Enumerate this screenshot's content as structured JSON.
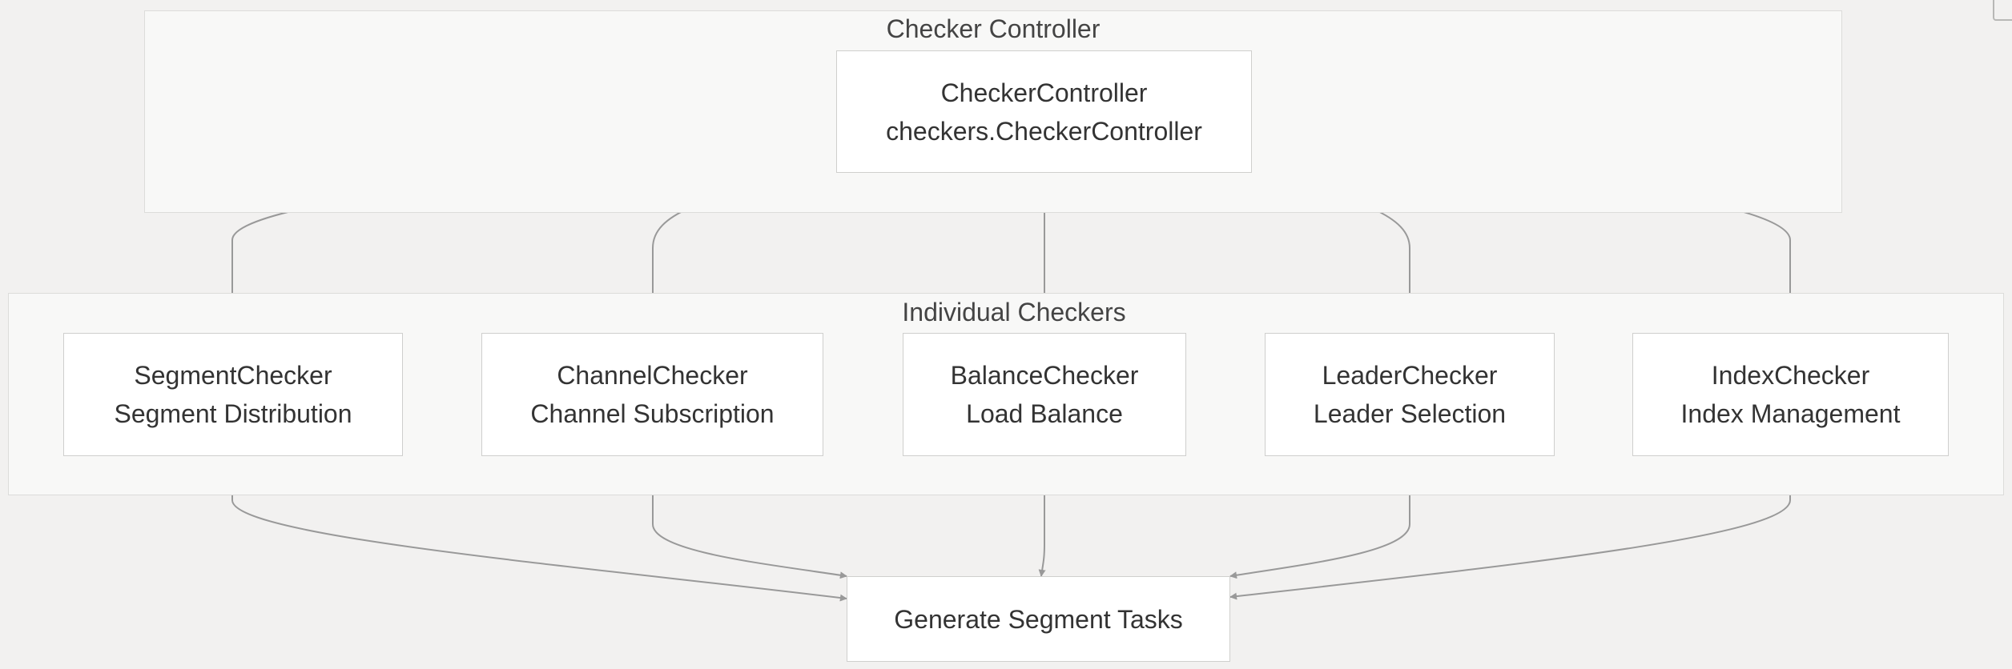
{
  "clusters": {
    "controller": {
      "title": "Checker Controller"
    },
    "individual": {
      "title": "Individual Checkers"
    }
  },
  "nodes": {
    "controller": {
      "line1": "CheckerController",
      "line2": "checkers.CheckerController"
    },
    "segment": {
      "line1": "SegmentChecker",
      "line2": "Segment Distribution"
    },
    "channel": {
      "line1": "ChannelChecker",
      "line2": "Channel Subscription"
    },
    "balance": {
      "line1": "BalanceChecker",
      "line2": "Load Balance"
    },
    "leader": {
      "line1": "LeaderChecker",
      "line2": "Leader Selection"
    },
    "index": {
      "line1": "IndexChecker",
      "line2": "Index Management"
    },
    "tasks": {
      "line1": "Generate Segment Tasks"
    }
  },
  "colors": {
    "edge": "#999999",
    "node_fill": "#ffffff",
    "cluster_fill": "#f8f8f7",
    "background": "#f2f1f0"
  }
}
